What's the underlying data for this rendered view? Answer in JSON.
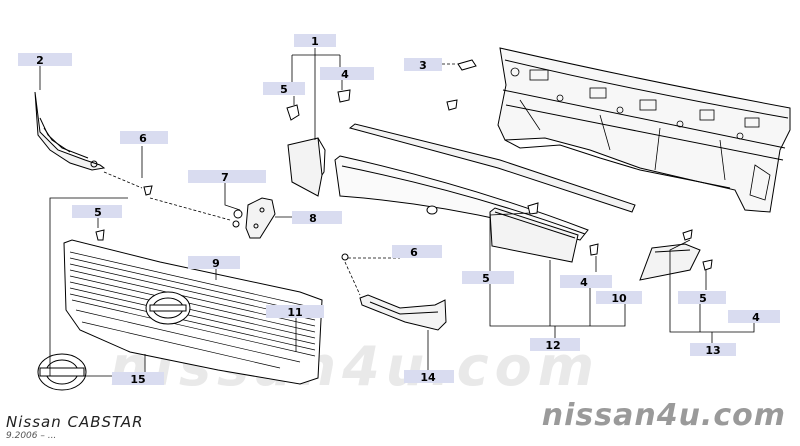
{
  "footer": {
    "model": "Nissan CABSTAR",
    "date": "9.2006 – ...",
    "site": "nissan4u.com"
  },
  "watermark": {
    "text": "nissan4u.com"
  },
  "colors": {
    "label_box": "#d9dcf0",
    "line": "#000000",
    "watermark": "#e9e9e9",
    "site_text": "#9a9a9a"
  },
  "callouts": [
    {
      "id": "c1",
      "text": "1"
    },
    {
      "id": "c2",
      "text": "2"
    },
    {
      "id": "c3",
      "text": "3"
    },
    {
      "id": "c4a",
      "text": "4"
    },
    {
      "id": "c5a",
      "text": "5"
    },
    {
      "id": "c6a",
      "text": "6"
    },
    {
      "id": "c7",
      "text": "7"
    },
    {
      "id": "c8",
      "text": "8"
    },
    {
      "id": "c5b",
      "text": "5"
    },
    {
      "id": "c9",
      "text": "9"
    },
    {
      "id": "c6b",
      "text": "6"
    },
    {
      "id": "c11",
      "text": "11"
    },
    {
      "id": "c15",
      "text": "15"
    },
    {
      "id": "c14",
      "text": "14"
    },
    {
      "id": "c5c",
      "text": "5"
    },
    {
      "id": "c4b",
      "text": "4"
    },
    {
      "id": "c10",
      "text": "10"
    },
    {
      "id": "c12",
      "text": "12"
    },
    {
      "id": "c5d",
      "text": "5"
    },
    {
      "id": "c4c",
      "text": "4"
    },
    {
      "id": "c13",
      "text": "13"
    }
  ]
}
